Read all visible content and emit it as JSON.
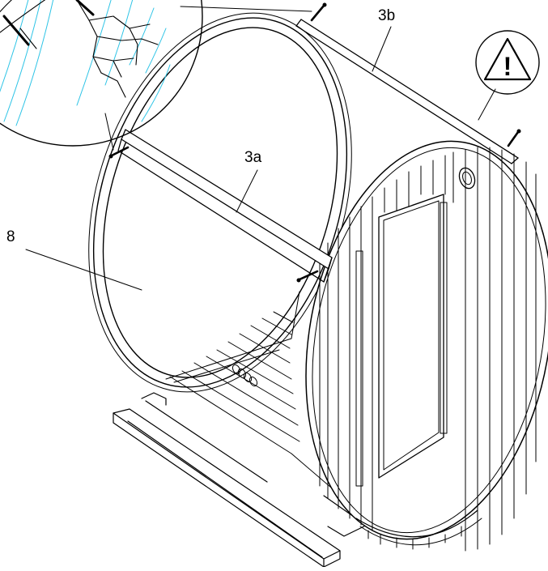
{
  "diagram": {
    "callouts": {
      "part_3b": "3b",
      "part_3a": "3a",
      "part_8": "8"
    },
    "warning_symbol": "!",
    "icons": [
      "warning-triangle-icon",
      "screw-icon",
      "crack-detail-icon"
    ],
    "colors": {
      "line": "#000000",
      "detail_hatch": "#2ec4e6",
      "background": "#ffffff"
    }
  }
}
